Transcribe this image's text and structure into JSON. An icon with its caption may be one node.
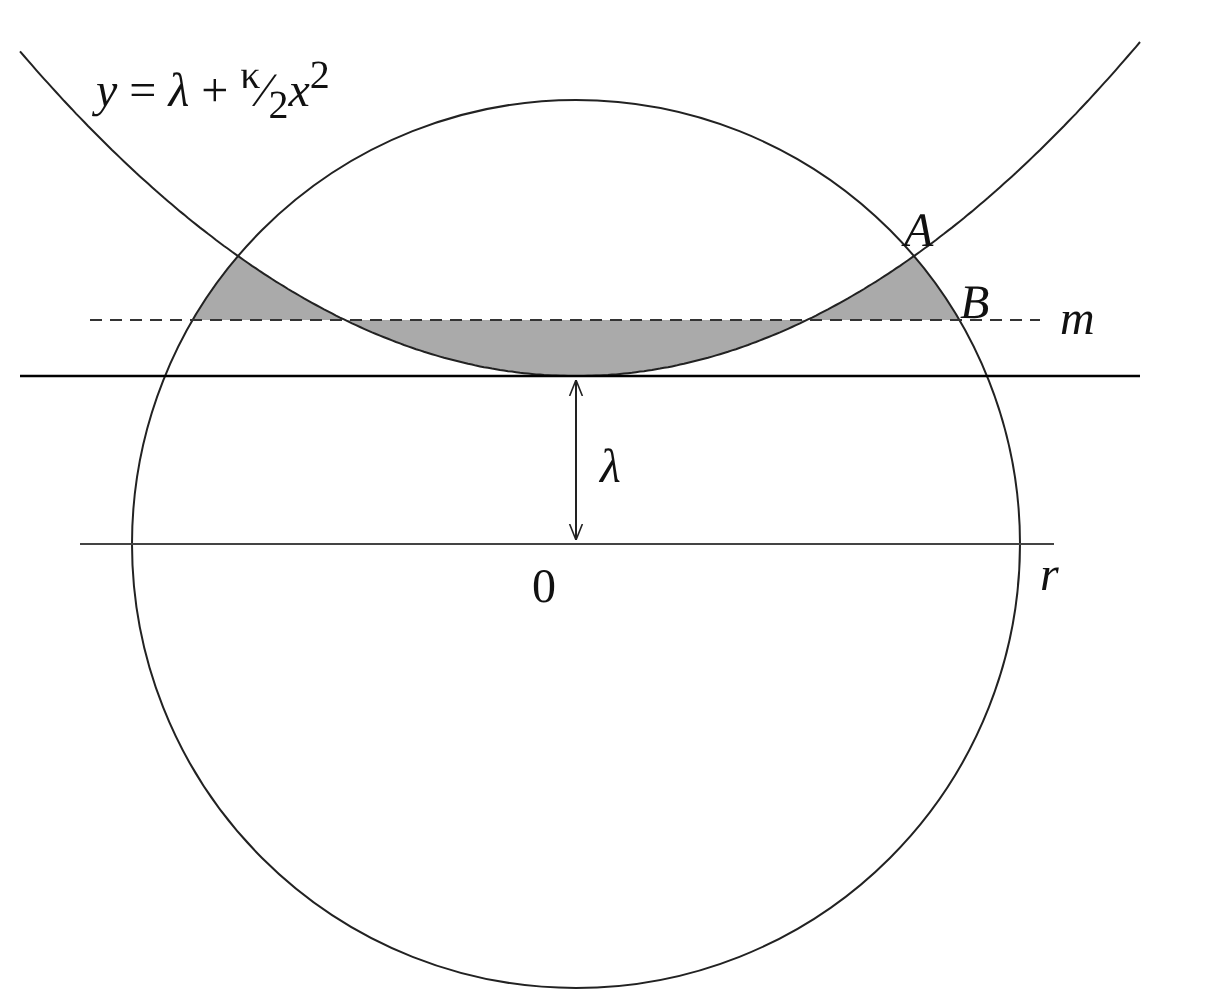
{
  "diagram": {
    "labels": [
      "*y* = *λ* + $^{κ}$⁄$_{2}$*x*$^{2}$",
      "A",
      "B",
      "m",
      "λ",
      "0",
      "r"
    ]
  }
}
